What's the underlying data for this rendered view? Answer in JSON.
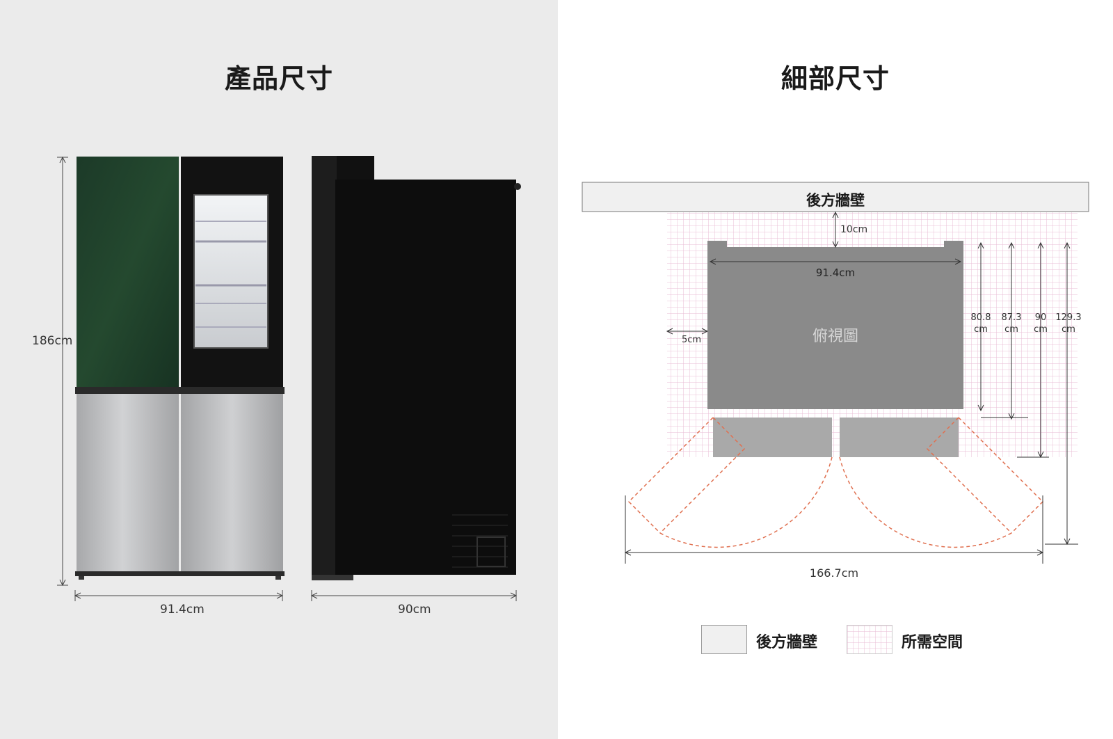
{
  "left": {
    "title": "產品尺寸",
    "height_label": "186cm",
    "front_width_label": "91.4cm",
    "side_depth_label": "90cm"
  },
  "right": {
    "title": "細部尺寸",
    "wall_label": "後方牆壁",
    "wall_gap_label": "10cm",
    "top_width_label": "91.4cm",
    "view_label": "俯視圖",
    "side_gap_label": "5cm",
    "depths": [
      {
        "value": "80.8",
        "unit": "cm"
      },
      {
        "value": "87.3",
        "unit": "cm"
      },
      {
        "value": "90",
        "unit": "cm"
      },
      {
        "value": "129.3",
        "unit": "cm"
      }
    ],
    "total_width_label": "166.7cm"
  },
  "legend": [
    {
      "label": "後方牆壁",
      "swatch": "wall"
    },
    {
      "label": "所需空間",
      "swatch": "grid"
    }
  ],
  "colors": {
    "door_green": "#1f3d2b",
    "door_black": "#121212",
    "door_silver": "#b8b9bb",
    "top_view_gray": "#8a8a8a",
    "door_gray": "#a9a9a9",
    "grid_pink": "#e8bcd6",
    "swing_orange": "#e07050"
  }
}
